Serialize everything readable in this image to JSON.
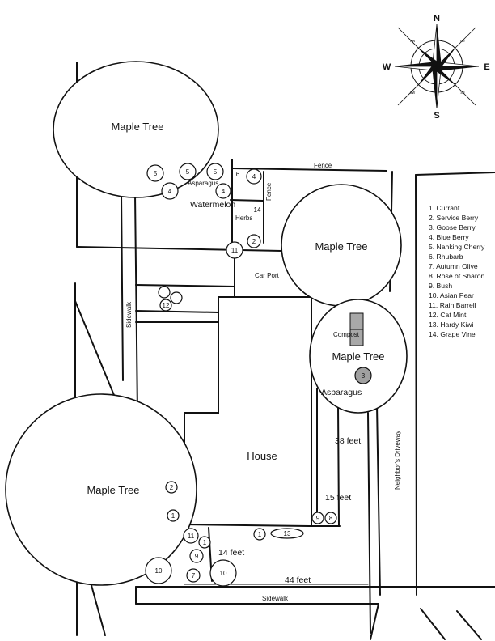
{
  "labels": {
    "maple_tree": "Maple Tree",
    "house": "House",
    "fence": "Fence",
    "car_port": "Car Port",
    "herbs": "Herbs",
    "watermelon": "Watermelon",
    "asparagus": "Asparagus",
    "compost": "Compost",
    "sidewalk": "Sidewalk",
    "neighbors_driveway": "Neighbor's Driveway"
  },
  "dimensions": {
    "d38": "38 feet",
    "d15": "15 feet",
    "d14": "14 feet",
    "d44": "44 feet"
  },
  "compass": {
    "n": "N",
    "s": "S",
    "e": "E",
    "w": "W",
    "nw": "nw",
    "ne": "ne",
    "sw": "sw",
    "se": "se"
  },
  "legend": [
    "1. Currant",
    "2. Service Berry",
    "3. Goose Berry",
    "4. Blue Berry",
    "5. Nanking Cherry",
    "6. Rhubarb",
    "7. Autumn Olive",
    "8. Rose of Sharon",
    "9. Bush",
    "10. Asian Pear",
    "11. Rain Barrell",
    "12. Cat Mint",
    "13. Hardy Kiwi",
    "14. Grape Vine"
  ],
  "markers": {
    "m1": "1",
    "m2": "2",
    "m3": "3",
    "m4": "4",
    "m5": "5",
    "m6": "6",
    "m7": "7",
    "m8": "8",
    "m9": "9",
    "m10": "10",
    "m11": "11",
    "m12": "12",
    "m13": "13",
    "m14": "14"
  },
  "colors": {
    "line": "#111111",
    "compost_fill": "#a8a8a8",
    "gooseberry_fill": "#a0a0a0"
  }
}
